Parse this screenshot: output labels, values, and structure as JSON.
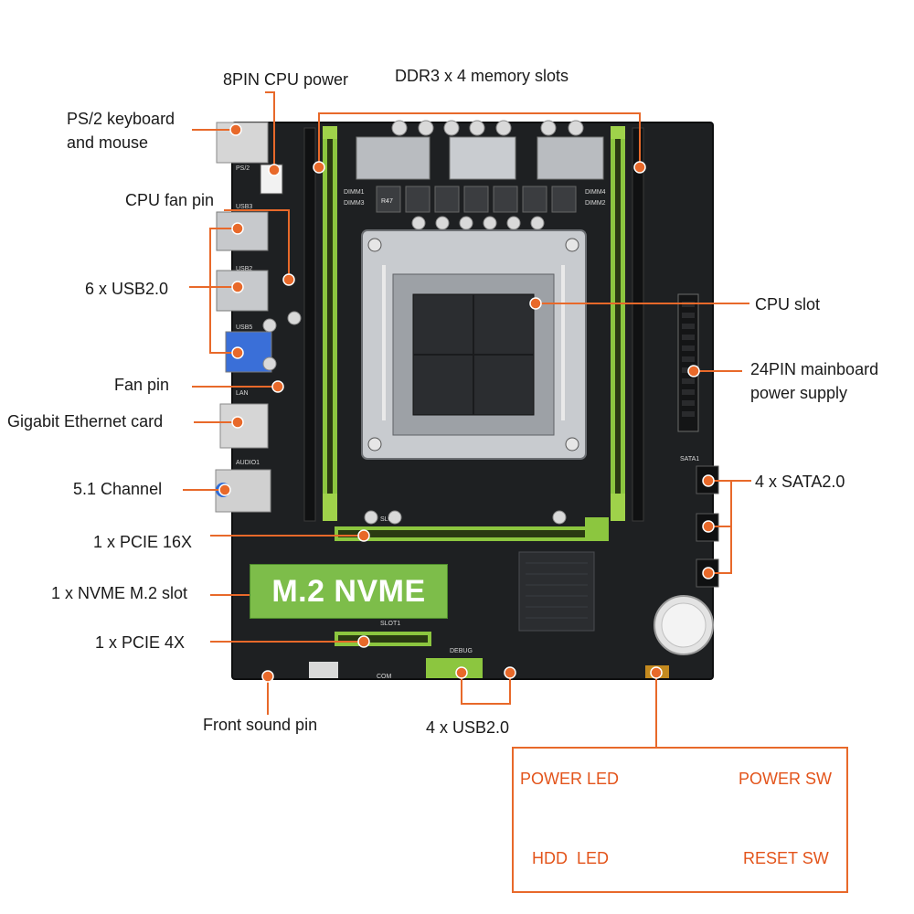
{
  "colors": {
    "pcb": "#1e2022",
    "accent_green": "#8cc63f",
    "callout_orange": "#e8692a",
    "legend_text": "#e3541b",
    "label_text": "#1a1a1a"
  },
  "callouts": {
    "cpu_power": "8PIN CPU power",
    "memory_slots": "DDR3 x 4 memory slots",
    "ps2_line1": "PS/2 keyboard",
    "ps2_line2": "and mouse",
    "cpu_fan": "CPU fan pin",
    "usb_rear": "6 x USB2.0",
    "fan_pin": "Fan pin",
    "ethernet": "Gigabit Ethernet card",
    "audio": "5.1 Channel",
    "pcie16": "1 x PCIE 16X",
    "nvme": "1 x NVME M.2 slot",
    "pcie4": "1 x PCIE 4X",
    "front_sound": "Front sound pin",
    "usb_front": "4 x USB2.0",
    "cpu_slot": "CPU slot",
    "atx24_line1": "24PIN mainboard",
    "atx24_line2": "power supply",
    "sata": "4 x SATA2.0"
  },
  "board": {
    "m2_label": "M.2 NVME",
    "silkscreen": {
      "dimm1": "DIMM1",
      "dimm2": "DIMM2",
      "dimm3": "DIMM3",
      "dimm4": "DIMM4",
      "slot1": "SLOT1",
      "slot2": "SLOT2",
      "ps2": "PS/2",
      "usb3": "USB3",
      "usb2": "USB2",
      "usb5": "USB5",
      "lan": "LAN",
      "audio": "AUDIO1",
      "sata": "SATA1",
      "debug": "DEBUG",
      "com": "COM",
      "inductor": "R47"
    }
  },
  "front_panel_legend": {
    "power_led": "POWER LED",
    "power_sw": "POWER SW",
    "hdd_led": "HDD  LED",
    "reset_sw": "RESET SW"
  }
}
